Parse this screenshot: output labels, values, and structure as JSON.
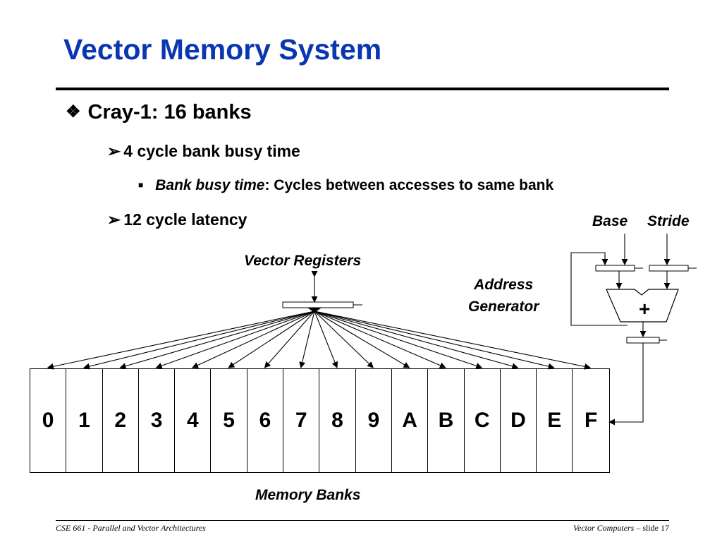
{
  "slide": {
    "title": "Vector Memory System",
    "bullets": {
      "level1": "Cray-1: 16 banks",
      "level2_a": "4 cycle bank busy time",
      "level3_term": "Bank busy time",
      "level3_rest": ": Cycles between accesses to same bank",
      "level2_b": "12 cycle latency"
    }
  },
  "diagram": {
    "base_label": "Base",
    "stride_label": "Stride",
    "vector_registers_label": "Vector Registers",
    "address_generator_line1": "Address",
    "address_generator_line2": "Generator",
    "adder_symbol": "+",
    "memory_banks_label": "Memory Banks",
    "banks": [
      "0",
      "1",
      "2",
      "3",
      "4",
      "5",
      "6",
      "7",
      "8",
      "9",
      "A",
      "B",
      "C",
      "D",
      "E",
      "F"
    ]
  },
  "footer": {
    "left": "CSE 661 - Parallel and Vector Architectures",
    "right_italic": "Vector Computers",
    "right_rest": " – slide 17"
  },
  "colors": {
    "title": "#0b36b2",
    "text": "#000000"
  },
  "icons": {
    "level1_bullet": "four-diamond-icon",
    "level2_bullet": "arrowhead-icon",
    "level3_bullet": "square-icon"
  }
}
